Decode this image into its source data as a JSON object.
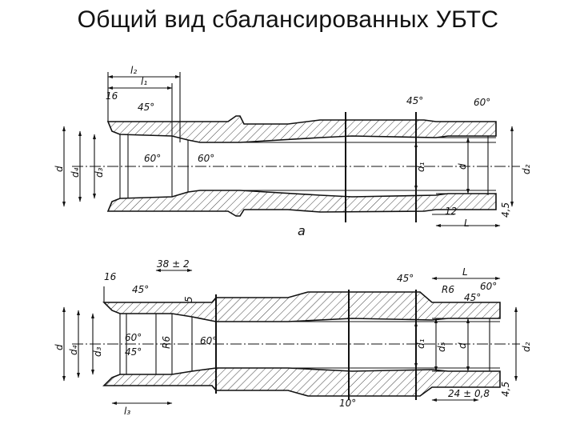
{
  "slide": {
    "title": "Общий вид сбалансированных УБТС"
  },
  "drawing_a": {
    "caption": "a",
    "dims": {
      "l2": "l₂",
      "l1": "l₁",
      "v16": "16",
      "a45": "45°",
      "a60_inner": "60°",
      "a60_neck": "60°",
      "d": "d",
      "d4": "d₄",
      "d3": "d₃",
      "d1": "d₁",
      "d_right": "d",
      "d2": "d₂",
      "r45": "45°",
      "r60": "60°",
      "v12": "12",
      "L": "L",
      "v45": "4,5"
    }
  },
  "drawing_b": {
    "dims": {
      "v16": "16",
      "v38": "38 ± 2",
      "a45": "45°",
      "v5": "5",
      "a60": "60°",
      "a45_inner": "45°",
      "R6": "R6",
      "a60_neck": "60°",
      "d": "d",
      "d4": "d₄",
      "d3": "d₃",
      "l3": "l₃",
      "r45": "45°",
      "L": "L",
      "R6_right": "R6",
      "a60_right": "60°",
      "a45_right": "45°",
      "d1": "d₁",
      "d5": "d₅",
      "d_right": "d",
      "d2": "d₂",
      "a10": "10°",
      "v24": "24 ± 0,8",
      "v45": "4,5"
    }
  }
}
